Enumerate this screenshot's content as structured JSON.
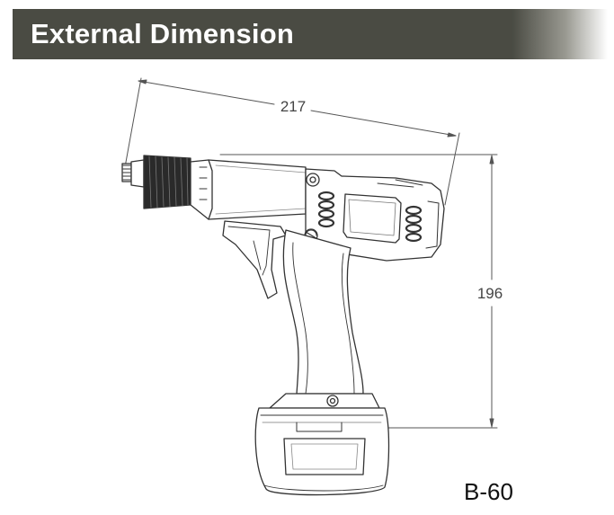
{
  "header": {
    "title": "External Dimension"
  },
  "dimensions": {
    "length": "217",
    "height": "196"
  },
  "model": "B-60",
  "colors": {
    "header_bg": "#4a4b43",
    "header_text": "#ffffff",
    "line": "#333333"
  }
}
